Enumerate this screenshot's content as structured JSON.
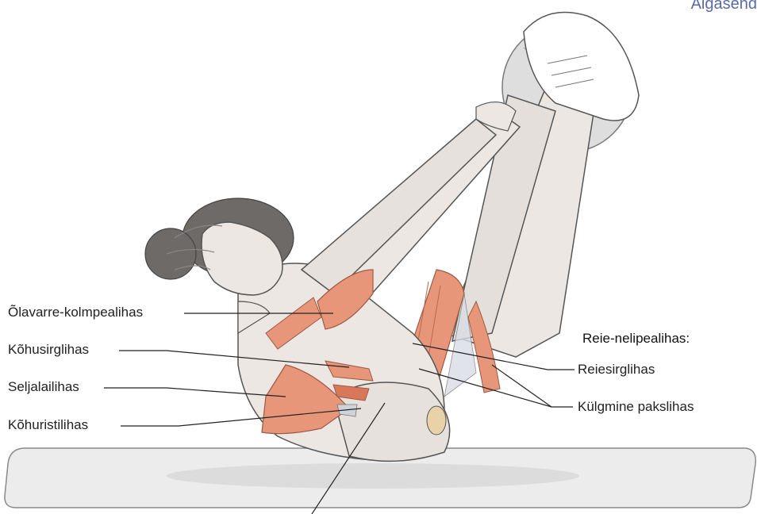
{
  "corner_title": "Algasend",
  "labels": {
    "triceps": "Õlavarre-kolmpealihas",
    "oblique": "Kõhusirglihas",
    "lats": "Seljalailihas",
    "transverse": "Kõhuristilihas",
    "quad_group": "Reie-nelipealihas:",
    "rectus_femoris": "Reiesirglihas",
    "vastus_lateralis": "Külgmine pakslihas"
  },
  "colors": {
    "muscle": "#e8967a",
    "muscle_dark": "#d9775a",
    "skin": "#ece7e3",
    "outline": "#555555",
    "mat": "#ebebeb",
    "hair": "#6e6a68",
    "title": "#5b6aa8"
  }
}
